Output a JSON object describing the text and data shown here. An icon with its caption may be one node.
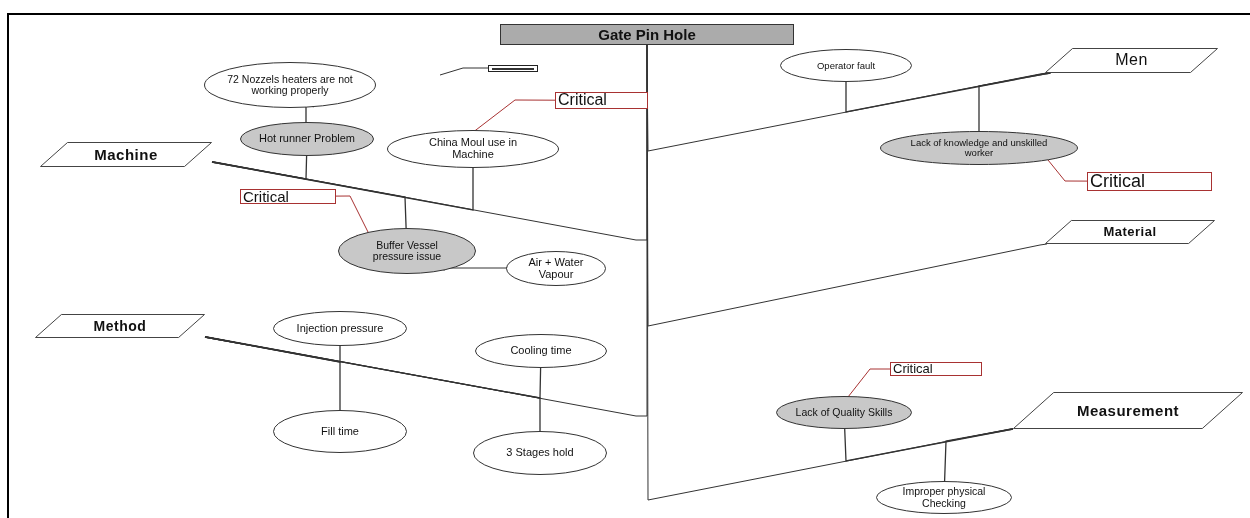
{
  "diagram": {
    "nodes": [
      {
        "text": [
          "Gate Pin Hole"
        ]
      },
      {
        "text": [
          "72 Nozzels heaters are not working properly"
        ]
      },
      {
        "text": [],
        "shape": "box"
      },
      {
        "text": [
          "Critical"
        ]
      },
      {
        "text": [
          "Hot runner Problem"
        ]
      },
      {
        "text": [
          "Machine"
        ]
      },
      {
        "text": [
          "China Moul use in Machine"
        ]
      },
      {
        "text": [
          "Critical"
        ]
      },
      {
        "text": [
          "Buffer Vessel pressure issue"
        ]
      },
      {
        "text": [
          "Air + Water Vapour"
        ]
      },
      {
        "text": [
          "Operator fault"
        ]
      },
      {
        "text": [
          "Men"
        ]
      },
      {
        "text": [
          "Lack of knowledge and unskilled worker"
        ]
      },
      {
        "text": [
          "Critical"
        ]
      },
      {
        "text": [
          "Material"
        ]
      },
      {
        "text": [
          "Method"
        ]
      },
      {
        "text": [
          "Injection pressure"
        ]
      },
      {
        "text": [
          "Cooling time"
        ]
      },
      {
        "text": [
          "Fill time"
        ]
      },
      {
        "text": [
          "3 Stages hold"
        ]
      },
      {
        "text": [
          "Critical"
        ]
      },
      {
        "text": [
          "Lack of Quality Skills"
        ]
      },
      {
        "text": [
          "Measurement"
        ]
      },
      {
        "text": [
          "Improper physical Checking"
        ]
      }
    ],
    "edges": [
      {
        "from": 5,
        "to": 0,
        "arrow": "none"
      },
      {
        "from": 11,
        "to": 0,
        "arrow": "none"
      },
      {
        "from": 14,
        "to": 0,
        "arrow": "none"
      },
      {
        "from": 15,
        "to": 0,
        "arrow": "none"
      },
      {
        "from": 22,
        "to": 0,
        "arrow": "none"
      },
      {
        "from": 1,
        "to": 4,
        "arrow": "none"
      },
      {
        "from": 4,
        "to": 5,
        "arrow": "none"
      },
      {
        "from": 6,
        "to": 5,
        "arrow": "none"
      },
      {
        "from": 8,
        "to": 5,
        "arrow": "none"
      },
      {
        "from": 8,
        "to": 9,
        "arrow": "none"
      },
      {
        "from": 7,
        "to": 8,
        "arrow": "none",
        "color": "#a83232"
      },
      {
        "from": null,
        "to": 2,
        "arrow": "none"
      },
      {
        "from": 3,
        "to": 6,
        "arrow": "none",
        "color": "#a83232"
      },
      {
        "from": 10,
        "to": 11,
        "arrow": "none"
      },
      {
        "from": 12,
        "to": 11,
        "arrow": "none"
      },
      {
        "from": 13,
        "to": 12,
        "arrow": "none",
        "color": "#a83232"
      },
      {
        "from": 16,
        "to": 15,
        "arrow": "none"
      },
      {
        "from": 18,
        "to": 15,
        "arrow": "none"
      },
      {
        "from": 17,
        "to": 15,
        "arrow": "none"
      },
      {
        "from": 19,
        "to": 15,
        "arrow": "none"
      },
      {
        "from": 21,
        "to": 22,
        "arrow": "none"
      },
      {
        "from": 23,
        "to": 22,
        "arrow": "none"
      },
      {
        "from": 20,
        "to": 21,
        "arrow": "none",
        "color": "#a83232"
      }
    ]
  }
}
